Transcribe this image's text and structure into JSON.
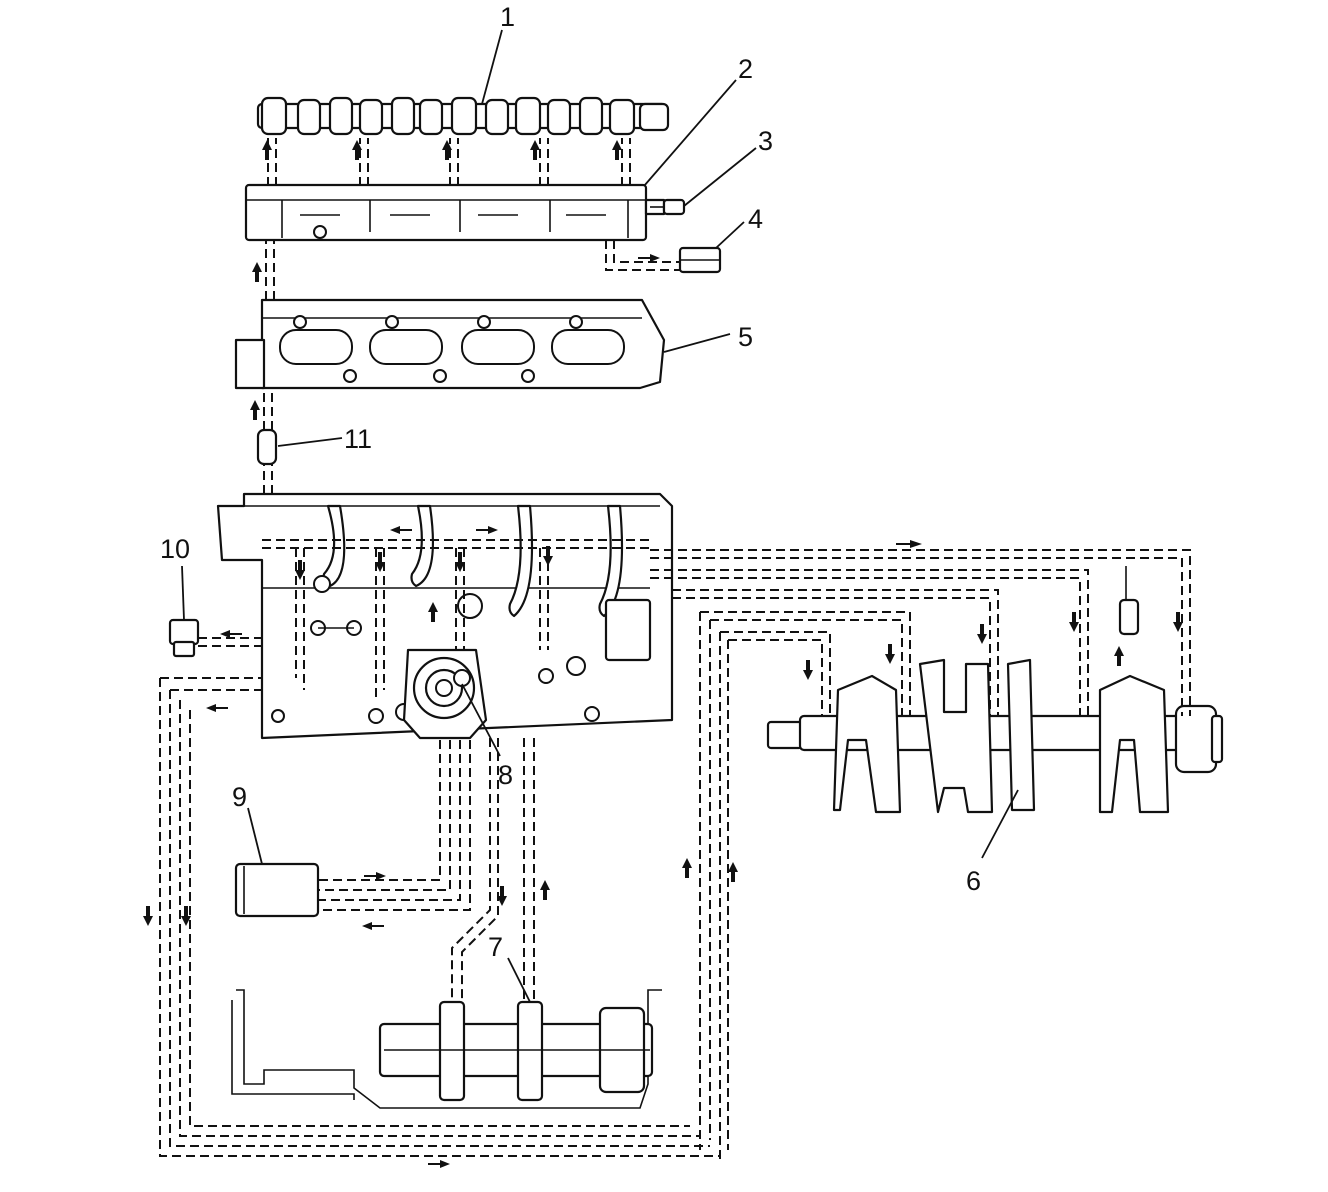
{
  "diagram": {
    "callouts": [
      {
        "id": "1",
        "label": "1",
        "part": "camshaft"
      },
      {
        "id": "2",
        "label": "2",
        "part": "camshaft-housing"
      },
      {
        "id": "3",
        "label": "3",
        "part": "oil-fitting"
      },
      {
        "id": "4",
        "label": "4",
        "part": "small-component"
      },
      {
        "id": "5",
        "label": "5",
        "part": "cylinder-head"
      },
      {
        "id": "6",
        "label": "6",
        "part": "crankshaft"
      },
      {
        "id": "7",
        "label": "7",
        "part": "oil-pan-balance-shaft"
      },
      {
        "id": "8",
        "label": "8",
        "part": "oil-pump"
      },
      {
        "id": "9",
        "label": "9",
        "part": "oil-filter"
      },
      {
        "id": "10",
        "label": "10",
        "part": "pressure-switch"
      },
      {
        "id": "11",
        "label": "11",
        "part": "check-valve"
      }
    ],
    "colors": {
      "line": "#111111",
      "background": "#ffffff"
    }
  }
}
